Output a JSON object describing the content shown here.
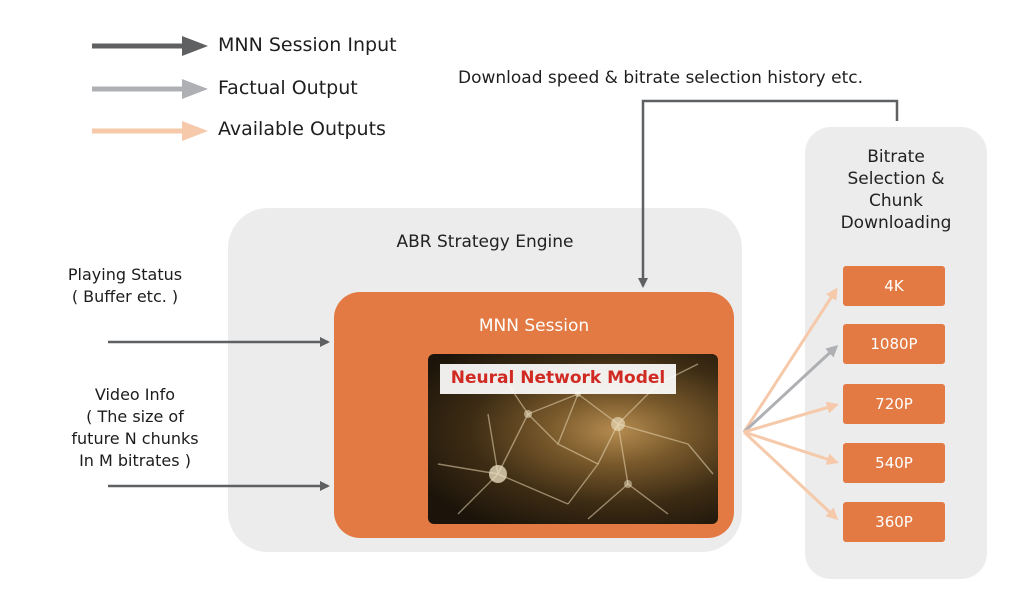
{
  "legend": {
    "items": [
      {
        "label": "MNN Session Input",
        "color": "#5f6062"
      },
      {
        "label": "Factual Output",
        "color": "#aeb0b3"
      },
      {
        "label": "Available Outputs",
        "color": "#f5c9a9"
      }
    ]
  },
  "download_history": "Download speed & bitrate selection history etc.",
  "engine": {
    "title": "ABR Strategy Engine"
  },
  "mnn": {
    "title": "MNN Session",
    "model_label": "Neural Network Model"
  },
  "inputs": {
    "playing_status": [
      "Playing Status",
      "( Buffer etc. )"
    ],
    "video_info": [
      "Video Info",
      "( The size of",
      "future N chunks",
      "In M bitrates )"
    ]
  },
  "side_panel": {
    "title": [
      "Bitrate",
      "Selection &",
      "Chunk",
      "Downloading"
    ]
  },
  "bitrates": [
    "4K",
    "1080P",
    "720P",
    "540P",
    "360P"
  ],
  "colors": {
    "accent": "#e37a43",
    "panel": "#ececec",
    "input_arrow": "#5f6062",
    "factual_arrow": "#aeb0b3",
    "available_arrow": "#f5c9a9"
  }
}
